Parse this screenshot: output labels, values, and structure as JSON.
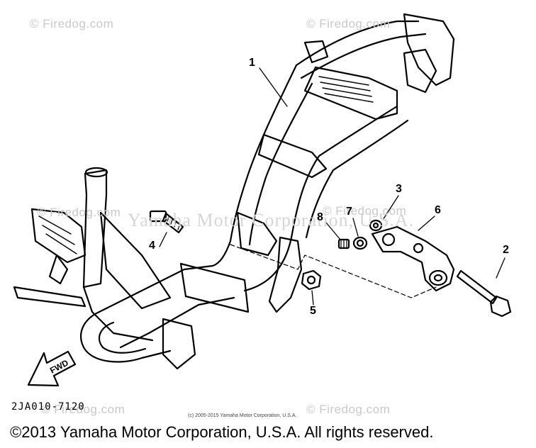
{
  "watermarks": {
    "top_left": "© Firedog.com",
    "top_right": "© Firedog.com",
    "mid_left": "© Firedog.com",
    "mid_right": "© Firedog.com",
    "bottom_left": "© Firedog.com",
    "bottom_right": "© Firedog.com",
    "large_center": "Yamaha Motor Corporation, U.S.A."
  },
  "callouts": [
    "1",
    "2",
    "3",
    "4",
    "5",
    "6",
    "7",
    "8"
  ],
  "fwd_label": "FWD",
  "part_code": "2JA010-7120",
  "small_copyright": "(c) 2005-2015 Yamaha Motor Corporation, U.S.A.",
  "copyright": "©2013 Yamaha Motor Corporation, U.S.A. All rights reserved."
}
